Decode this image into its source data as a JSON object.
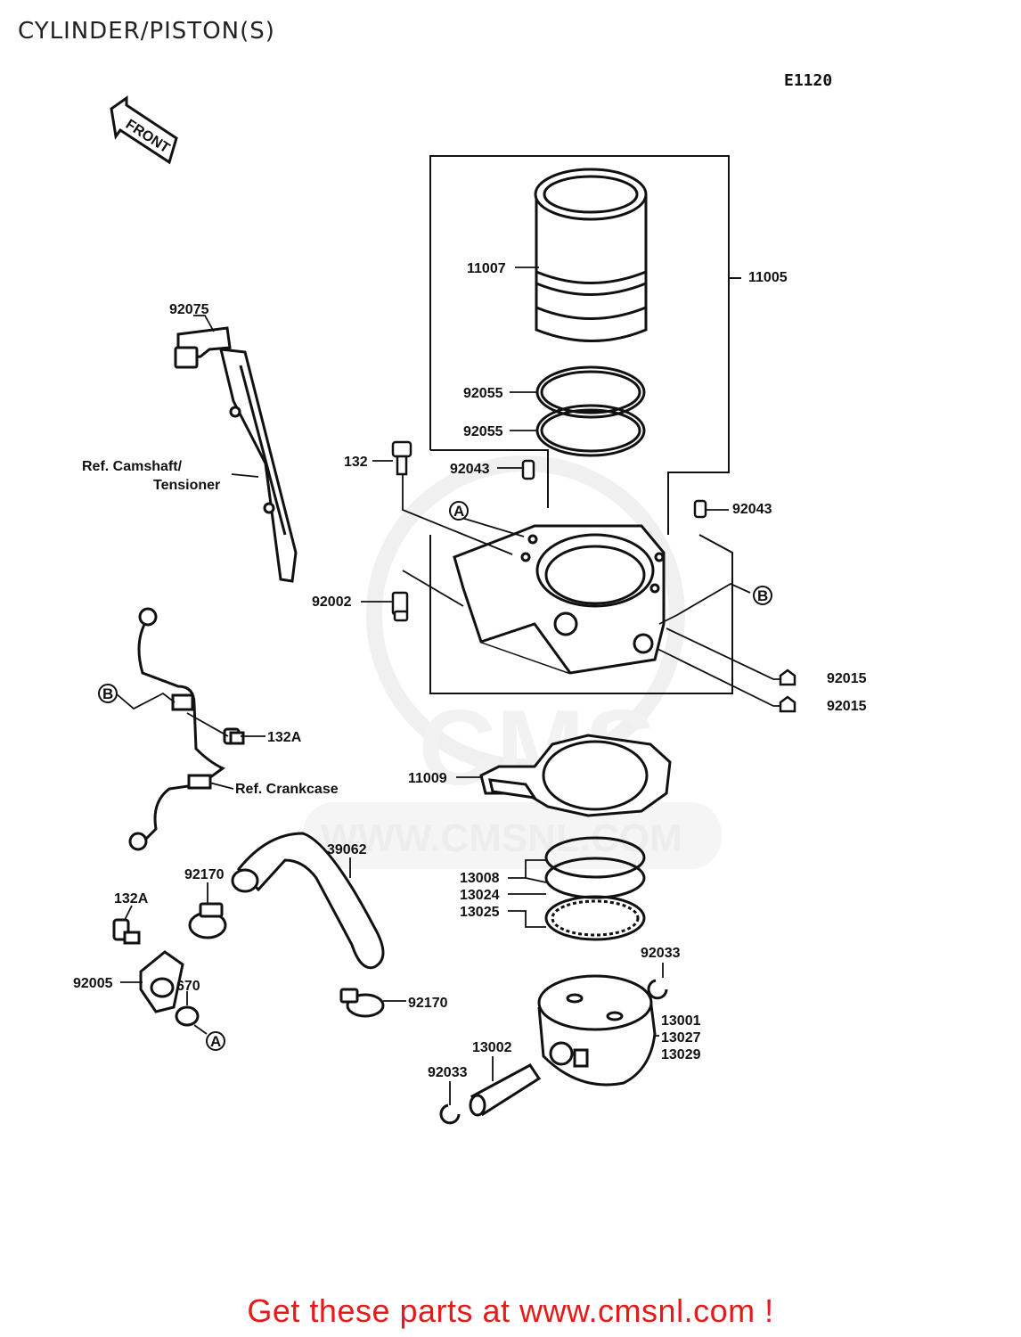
{
  "page": {
    "title": "CYLINDER/PISTON(S)",
    "diagram_code": "E1120",
    "footer_link": "Get these parts at www.cmsnl.com !",
    "watermark": "WWW.CMSNL.COM",
    "watermark_logo": "CMS"
  },
  "front_arrow": {
    "label": "FRONT"
  },
  "colors": {
    "link": "#e31b1b",
    "ink": "#111111",
    "watermark": "#e6e6e6"
  },
  "parts": {
    "p11007": "11007",
    "p11005": "11005",
    "p92075": "92075",
    "p92055_a": "92055",
    "p92055_b": "92055",
    "p132": "132",
    "p92043_a": "92043",
    "p92043_b": "92043",
    "p92002": "92002",
    "p92015_a": "92015",
    "p92015_b": "92015",
    "p132A_a": "132A",
    "p11009": "11009",
    "p39062": "39062",
    "p92170_a": "92170",
    "p92170_b": "92170",
    "p132A_b": "132A",
    "p92005": "92005",
    "p670": "670",
    "p13008": "13008",
    "p13024": "13024",
    "p13025": "13025",
    "p92033_a": "92033",
    "p92033_b": "92033",
    "p13001": "13001",
    "p13027": "13027",
    "p13029": "13029",
    "p13002": "13002"
  },
  "references": {
    "camshaft_line1": "Ref. Camshaft/",
    "camshaft_line2": "Tensioner",
    "crankcase": "Ref. Crankcase",
    "marker_a": "A",
    "marker_b": "B"
  }
}
